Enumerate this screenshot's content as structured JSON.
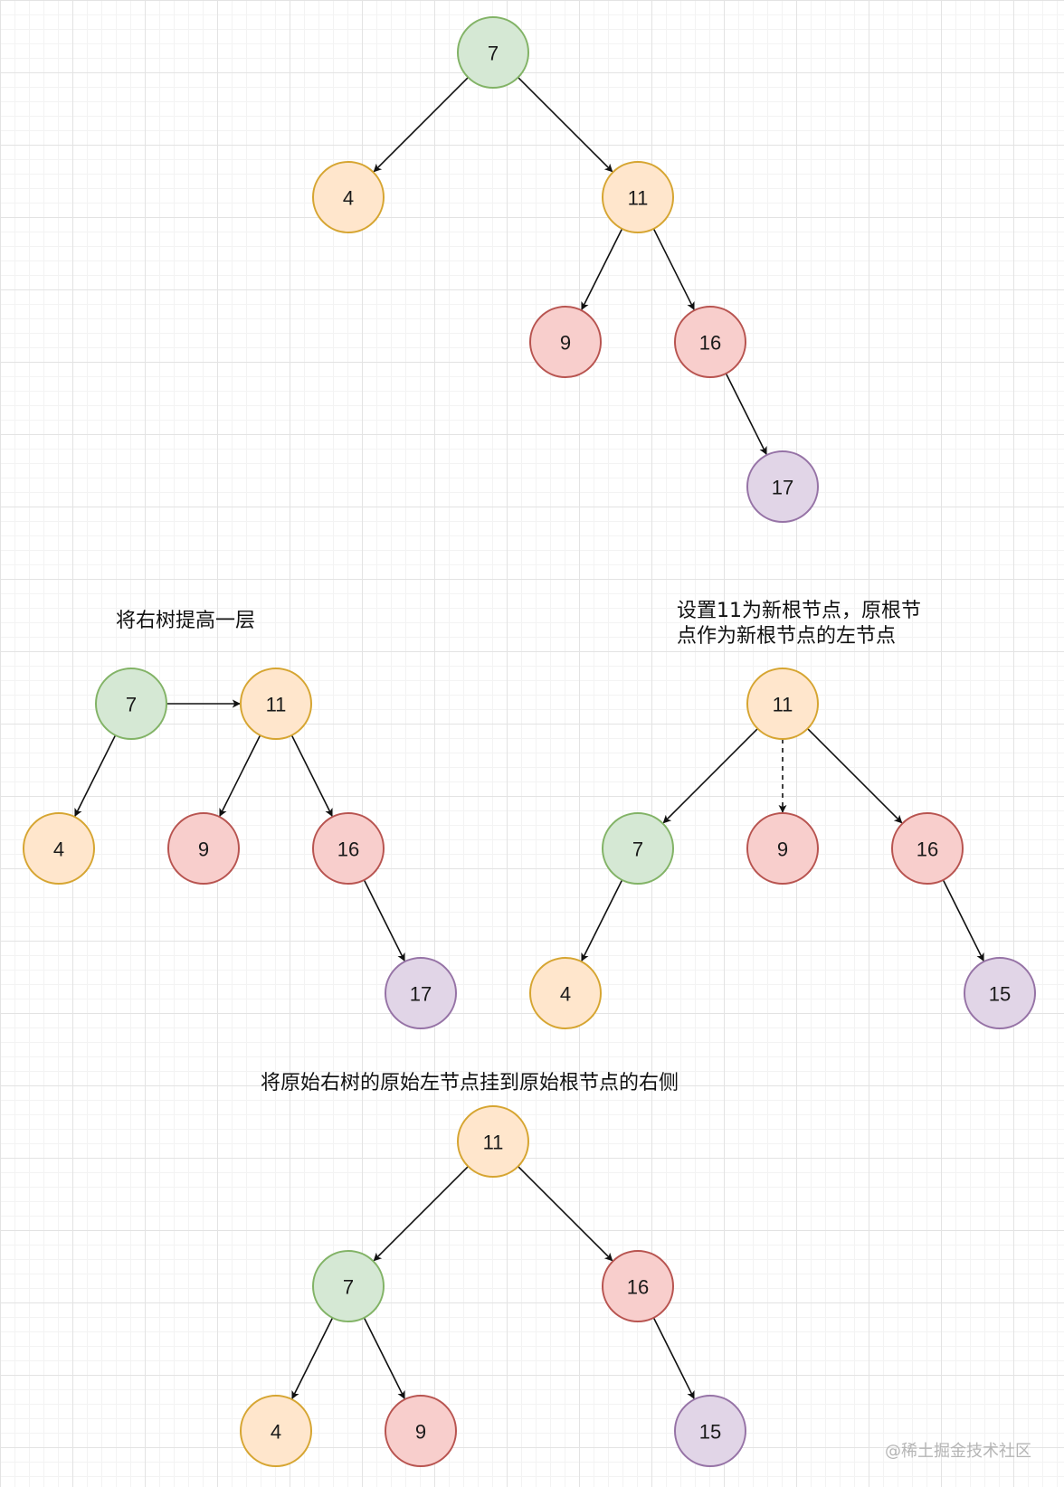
{
  "colors": {
    "green": {
      "fill": "#d5e8d4",
      "stroke": "#82b366"
    },
    "orange": {
      "fill": "#ffe6cc",
      "stroke": "#d6a531"
    },
    "red": {
      "fill": "#f8cecc",
      "stroke": "#b85450"
    },
    "purple": {
      "fill": "#e1d5e7",
      "stroke": "#9673a6"
    }
  },
  "captions": {
    "step1": "将右树提高一层",
    "step2_line1": "设置11为新根节点，原根节",
    "step2_line2": "点作为新根节点的左节点",
    "step3": "将原始右树的原始左节点挂到原始根节点的右侧"
  },
  "watermark": "@稀土掘金技术社区",
  "diagrams": [
    {
      "id": "original-tree",
      "nodes": [
        {
          "id": "a7",
          "label": "7",
          "color": "green"
        },
        {
          "id": "a4",
          "label": "4",
          "color": "orange"
        },
        {
          "id": "a11",
          "label": "11",
          "color": "orange"
        },
        {
          "id": "a9",
          "label": "9",
          "color": "red"
        },
        {
          "id": "a16",
          "label": "16",
          "color": "red"
        },
        {
          "id": "a17",
          "label": "17",
          "color": "purple"
        }
      ],
      "edges": [
        {
          "from": "a7",
          "to": "a4"
        },
        {
          "from": "a7",
          "to": "a11"
        },
        {
          "from": "a11",
          "to": "a9"
        },
        {
          "from": "a11",
          "to": "a16"
        },
        {
          "from": "a16",
          "to": "a17"
        }
      ]
    },
    {
      "id": "raise-right-tree",
      "nodes": [
        {
          "id": "b7",
          "label": "7",
          "color": "green"
        },
        {
          "id": "b11",
          "label": "11",
          "color": "orange"
        },
        {
          "id": "b4",
          "label": "4",
          "color": "orange"
        },
        {
          "id": "b9",
          "label": "9",
          "color": "red"
        },
        {
          "id": "b16",
          "label": "16",
          "color": "red"
        },
        {
          "id": "b17",
          "label": "17",
          "color": "purple"
        }
      ],
      "edges": [
        {
          "from": "b7",
          "to": "b11"
        },
        {
          "from": "b7",
          "to": "b4"
        },
        {
          "from": "b11",
          "to": "b9"
        },
        {
          "from": "b11",
          "to": "b16"
        },
        {
          "from": "b16",
          "to": "b17"
        }
      ]
    },
    {
      "id": "new-root",
      "nodes": [
        {
          "id": "c11",
          "label": "11",
          "color": "orange"
        },
        {
          "id": "c7",
          "label": "7",
          "color": "green"
        },
        {
          "id": "c9",
          "label": "9",
          "color": "red"
        },
        {
          "id": "c16",
          "label": "16",
          "color": "red"
        },
        {
          "id": "c4",
          "label": "4",
          "color": "orange"
        },
        {
          "id": "c15",
          "label": "15",
          "color": "purple"
        }
      ],
      "edges": [
        {
          "from": "c11",
          "to": "c7"
        },
        {
          "from": "c11",
          "to": "c9",
          "dashed": true
        },
        {
          "from": "c11",
          "to": "c16"
        },
        {
          "from": "c7",
          "to": "c4"
        },
        {
          "from": "c16",
          "to": "c15"
        }
      ]
    },
    {
      "id": "final-tree",
      "nodes": [
        {
          "id": "d11",
          "label": "11",
          "color": "orange"
        },
        {
          "id": "d7",
          "label": "7",
          "color": "green"
        },
        {
          "id": "d16",
          "label": "16",
          "color": "red"
        },
        {
          "id": "d4",
          "label": "4",
          "color": "orange"
        },
        {
          "id": "d9",
          "label": "9",
          "color": "red"
        },
        {
          "id": "d15",
          "label": "15",
          "color": "purple"
        }
      ],
      "edges": [
        {
          "from": "d11",
          "to": "d7"
        },
        {
          "from": "d11",
          "to": "d16"
        },
        {
          "from": "d7",
          "to": "d4"
        },
        {
          "from": "d7",
          "to": "d9"
        },
        {
          "from": "d16",
          "to": "d15"
        }
      ]
    }
  ]
}
